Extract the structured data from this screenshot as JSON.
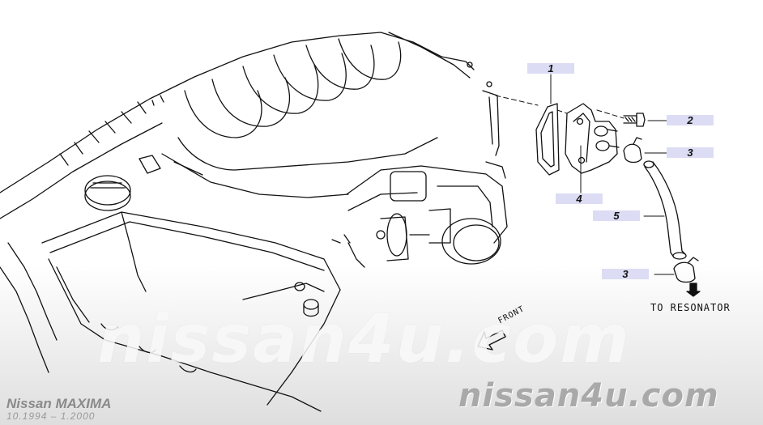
{
  "diagram": {
    "callouts": [
      {
        "id": "1",
        "label": "1"
      },
      {
        "id": "2",
        "label": "2"
      },
      {
        "id": "3a",
        "label": "3"
      },
      {
        "id": "4",
        "label": "4"
      },
      {
        "id": "5",
        "label": "5"
      },
      {
        "id": "3b",
        "label": "3"
      }
    ],
    "annotations": {
      "to_resonator": "TO RESONATOR",
      "front": "FRONT"
    }
  },
  "watermark": {
    "big": "nissan4u.com",
    "logo": "nissan4u.com"
  },
  "vehicle": {
    "model": "Nissan  MAXIMA",
    "years": "10.1994  –  1.2000"
  },
  "colors": {
    "callout_fill": "#dcdcf4",
    "line": "#111111",
    "watermark": "#a9a9a9"
  }
}
